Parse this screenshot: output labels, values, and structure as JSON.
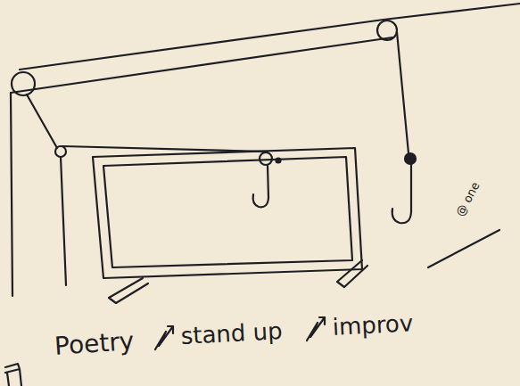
{
  "diagram": {
    "labels": [
      "Poetry",
      "stand up",
      "improv",
      "@ one"
    ]
  }
}
